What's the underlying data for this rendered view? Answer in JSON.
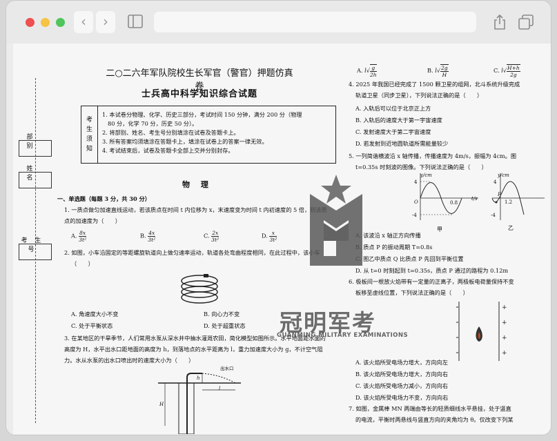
{
  "browser": {
    "back": "‹",
    "forward": "›"
  },
  "sidebar_strip": {
    "dept": "部 别",
    "name": "姓 名",
    "exam_no": "考 生 号"
  },
  "title": "二○二六年军队院校生长军官（警官）押题仿真卷",
  "subtitle": "士兵高中科学知识综合试题",
  "notice": {
    "label": [
      "考",
      "生",
      "须",
      "知"
    ],
    "items": [
      "1. 本试卷分物理、化学、历史三部分，考试时间 150 分钟，满分 200 分（物理",
      "   80 分，化学 70 分，历史 50 分）。",
      "2. 将部别、姓名、考生号分别填涂在试卷及答题卡上。",
      "3. 所有答案均须填涂在答题卡上，填涂在试卷上的答案一律无效。",
      "4. 考试结束后，试卷及答题卡全部上交并分别封存。"
    ]
  },
  "section": "物 理",
  "part1": "一、单选题（每题 3 分，共 30 分）",
  "q1": {
    "line1": "1. 一质点做匀加速直线运动，若该质点在时间 t 内位移为 x，末速度变为时间 t 内初速度的 5 倍，则该质",
    "line2": "点的加速度为（　　）",
    "A": "A.",
    "B": "B.",
    "C": "C.",
    "D": "D.",
    "A_n": "8x",
    "A_d": "3t²",
    "B_n": "4x",
    "B_d": "3t²",
    "C_n": "2x",
    "C_d": "3t²",
    "D_n": "x",
    "D_d": "3t²"
  },
  "q2": {
    "line1": "2. 如图，小车沿固定的等距螺旋轨道向上做匀速率运动，轨道各处弯曲程度相同，在此过程中，该小车",
    "line2": "（　　）",
    "A": "A. 角速度大小不变",
    "B": "B. 向心力不变",
    "C": "C. 处于平衡状态",
    "D": "D. 处于超重状态"
  },
  "q3": {
    "line1": "3. 在某地区的干旱季节，人们常用水泵从深水井中抽水灌溉农田，简化模型如图所示。水平地面距水面的",
    "line2": "高度为 H，水平出水口距地面的高度为 h，到落地点的水平距离为 l，重力加速度大小为 g，不计空气阻",
    "line3": "力。水从水泵的出水口喷出时的速度大小为（　　）",
    "fig_label": "出水口",
    "fig_h": "h",
    "fig_l": "l",
    "fig_H": "H"
  },
  "q3opts": {
    "A": "A.",
    "B": "B.",
    "C": "C.",
    "A_r": "g",
    "A_rd": "2h",
    "B_r": "2g",
    "B_rd": "H",
    "C_r": "H+h",
    "C_rd": "2g",
    "l": "l"
  },
  "q4": {
    "line1": "4. 2025 年我国已经完成了 1500 颗卫星的组网，北斗系统升级完成",
    "line2": "轨道卫星（同步卫星），下列说法正确的是（　　）",
    "A": "A. 入轨后可以位于北京正上方",
    "B": "B. 入轨后的速度大于第一宇宙速度",
    "C": "C. 发射速度大于第二宇宙速度",
    "D": "D. 若发射到近地圆轨道所需能量较少"
  },
  "q5": {
    "line1": "5. 一列简谐横波沿 x 轴传播，传播速度为 4m/s，振幅为 4cm。图",
    "line2": "t=0.35s 时刻波的图像。下列说法正确的是（　　）",
    "graph1": {
      "ylabel": "y/cm",
      "xlabel": "t/s",
      "top": "4",
      "bottom": "-4",
      "o": "O",
      "t": "0.8",
      "caption": "甲"
    },
    "graph2": {
      "ylabel": "y/cm",
      "top": "4",
      "bottom": "-4",
      "x": "1.2",
      "p": "P",
      "caption": "乙"
    },
    "A": "A. 该波沿 x 轴正方向传播",
    "B": "B. 质点 P 的振动周期 T=0.8s",
    "C": "C. 图乙中质点 Q 比质点 P 先回到平衡位置",
    "D": "D. 从 t=0 时刻起到 t=0.35s，质点 P 通过的路程为 0.12m"
  },
  "q6": {
    "line1": "6. 极板间一根放火焰带有一定量的正离子，两极板电荷量保持不变",
    "line2": "板移至虚线位置，下列说法正确的是（　　）",
    "A": "A. 该火焰所受电场力增大，方向向左",
    "B": "B. 该火焰所受电场力增大，方向向右",
    "C": "C. 该火焰所受电场力减小，方向向右",
    "D": "D. 该火焰所受电场力不变，方向向右"
  },
  "q7": {
    "line1": "7. 如图，金属棒 MN 两端由等长的轻质细线水平悬挂，处于竖直",
    "line2": "的电流，平衡时两悬线与竖直方向的夹角均为 θ。仅改变下列某"
  },
  "watermark": {
    "text": "冠明军考",
    "sub": "GUANMING MILITARY EXAMINATIONS",
    "brand": "#4a4a4a"
  }
}
